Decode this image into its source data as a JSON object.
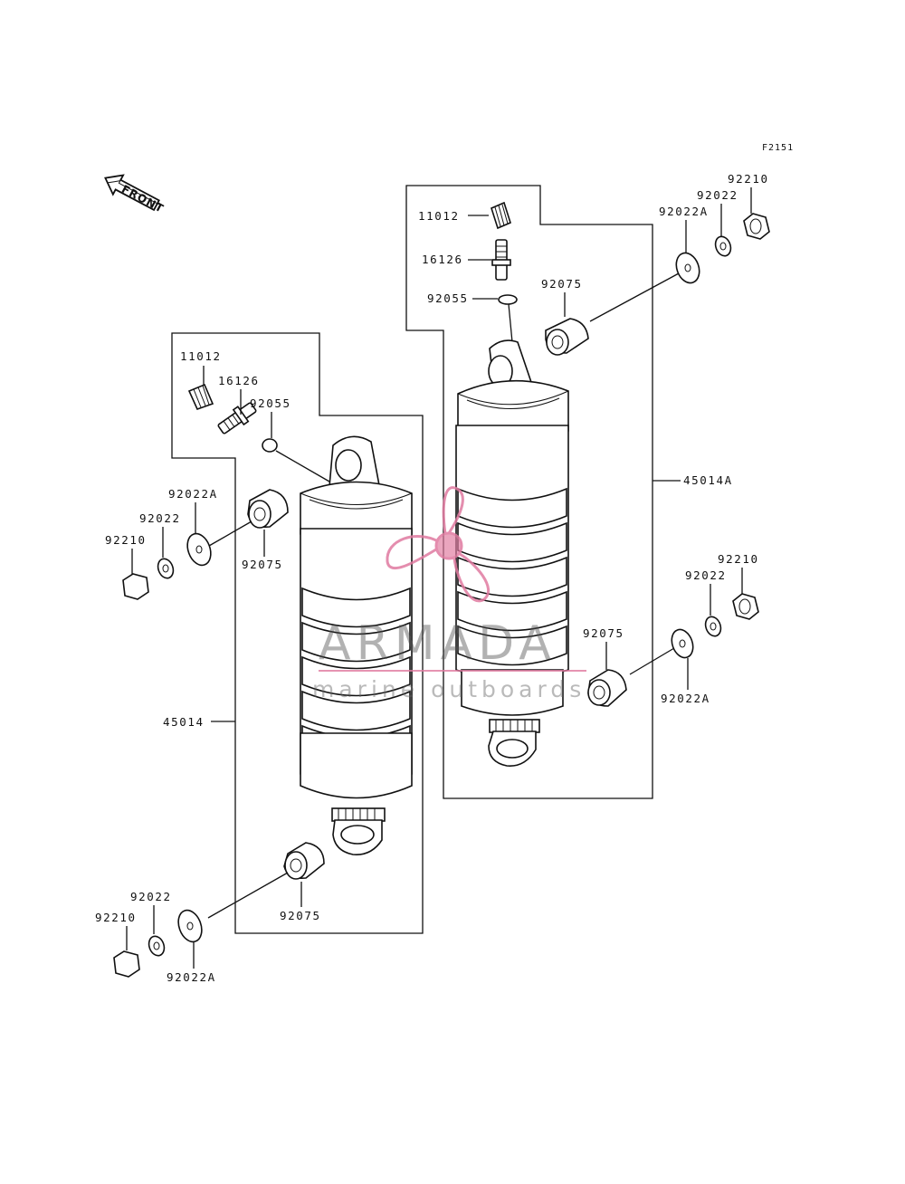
{
  "figure_code": "F2151",
  "front_label": "FRONT",
  "watermark": {
    "brand": "ARMADA",
    "tagline": "marine outboards",
    "accent_color": "#e07aa0"
  },
  "labels": {
    "right_11012": "11012",
    "right_16126": "16126",
    "right_92055": "92055",
    "right_top_92075": "92075",
    "right_top_92022A": "92022A",
    "right_top_92022": "92022",
    "right_top_92210": "92210",
    "right_45014A": "45014A",
    "right_bot_92210": "92210",
    "right_bot_92022": "92022",
    "right_bot_92075": "92075",
    "right_bot_92022A": "92022A",
    "left_11012": "11012",
    "left_16126": "16126",
    "left_92055": "92055",
    "left_top_92022A": "92022A",
    "left_top_92022": "92022",
    "left_top_92210": "92210",
    "left_top_92075": "92075",
    "left_45014": "45014",
    "left_bot_92022": "92022",
    "left_bot_92210": "92210",
    "left_bot_92075": "92075",
    "left_bot_92022A": "92022A"
  }
}
